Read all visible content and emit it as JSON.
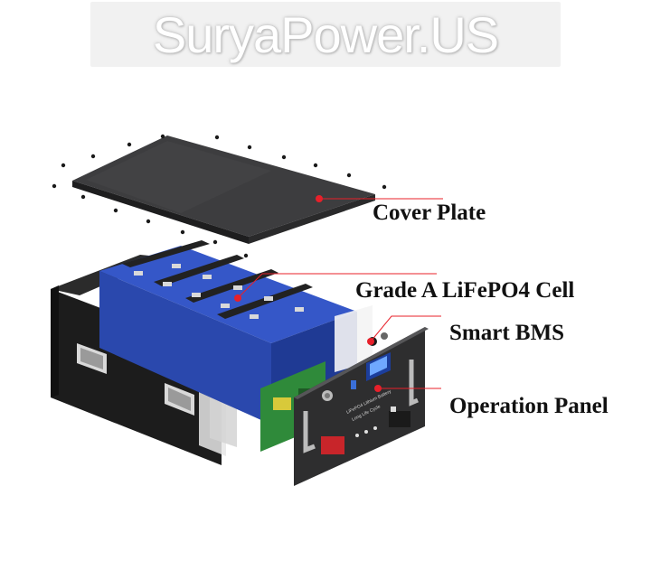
{
  "watermark": {
    "text": "SuryaPower.US"
  },
  "callouts": {
    "cover_plate": "Cover Plate",
    "cell": "Grade A LiFePO4 Cell",
    "bms": "Smart BMS",
    "operation_panel": "Operation Panel"
  },
  "panel_label": {
    "line1": "LiFePO4 Lithium Battery",
    "line2": "Long Life Cycle"
  },
  "colors": {
    "callout_line": "#e8202a",
    "cell_blue": "#2f56c4",
    "case_black": "#1c1c1c",
    "pcb_green": "#2f8a3a",
    "terminal_red": "#c8252a"
  }
}
